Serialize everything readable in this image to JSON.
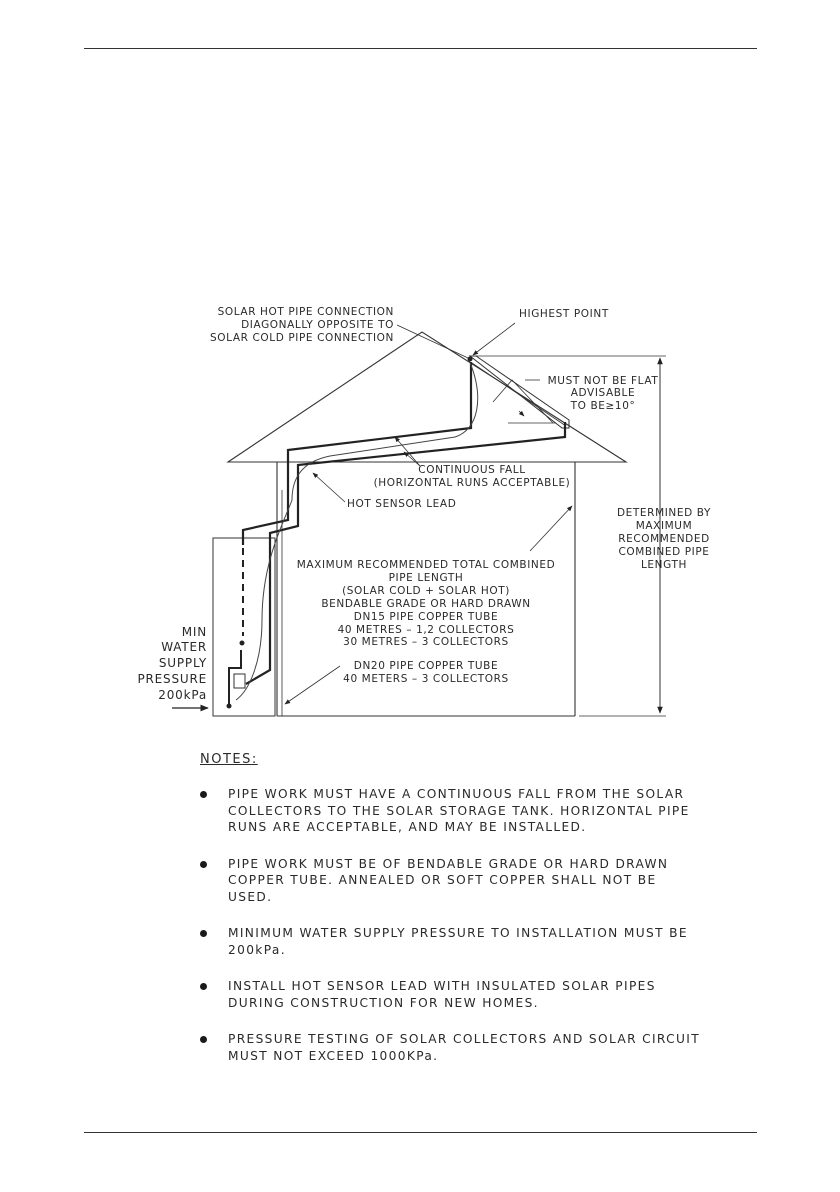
{
  "diagram": {
    "labels": {
      "solar_hot_connection": [
        "SOLAR HOT PIPE CONNECTION",
        "DIAGONALLY OPPOSITE TO",
        "SOLAR COLD PIPE CONNECTION"
      ],
      "highest_point": "HIGHEST POINT",
      "must_not_be_flat": [
        "MUST NOT BE FLAT",
        "ADVISABLE",
        "TO BE≥10°"
      ],
      "continuous_fall": [
        "CONTINUOUS FALL",
        "(HORIZONTAL RUNS ACCEPTABLE)"
      ],
      "hot_sensor_lead": "HOT SENSOR LEAD",
      "determined_by": [
        "DETERMINED BY",
        "MAXIMUM",
        "RECOMMENDED",
        "COMBINED PIPE",
        "LENGTH"
      ],
      "max_length": [
        "MAXIMUM RECOMMENDED TOTAL COMBINED",
        "PIPE LENGTH",
        "(SOLAR COLD + SOLAR HOT)",
        "BENDABLE GRADE OR HARD DRAWN",
        "DN15 PIPE COPPER TUBE",
        "40 METRES – 1,2 COLLECTORS",
        "30 METRES – 3  COLLECTORS"
      ],
      "dn20": [
        "DN20 PIPE COPPER TUBE",
        "40 METERS – 3   COLLECTORS"
      ],
      "min_water": [
        "MIN",
        "WATER",
        "SUPPLY",
        "PRESSURE",
        "200kPa"
      ]
    }
  },
  "notes": {
    "heading": "NOTES:",
    "items": [
      "PIPE WORK MUST HAVE A CONTINUOUS FALL FROM THE SOLAR COLLECTORS TO THE SOLAR STORAGE TANK. HORIZONTAL PIPE RUNS ARE ACCEPTABLE, AND MAY BE INSTALLED.",
      "PIPE WORK MUST BE OF BENDABLE GRADE OR HARD DRAWN COPPER TUBE. ANNEALED OR SOFT COPPER SHALL NOT BE USED.",
      "MINIMUM WATER SUPPLY PRESSURE TO INSTALLATION MUST BE 200kPa.",
      "INSTALL HOT SENSOR LEAD WITH INSULATED SOLAR PIPES DURING CONSTRUCTION FOR NEW HOMES.",
      "PRESSURE TESTING OF SOLAR COLLECTORS AND SOLAR CIRCUIT MUST NOT EXCEED 1000KPa."
    ]
  }
}
